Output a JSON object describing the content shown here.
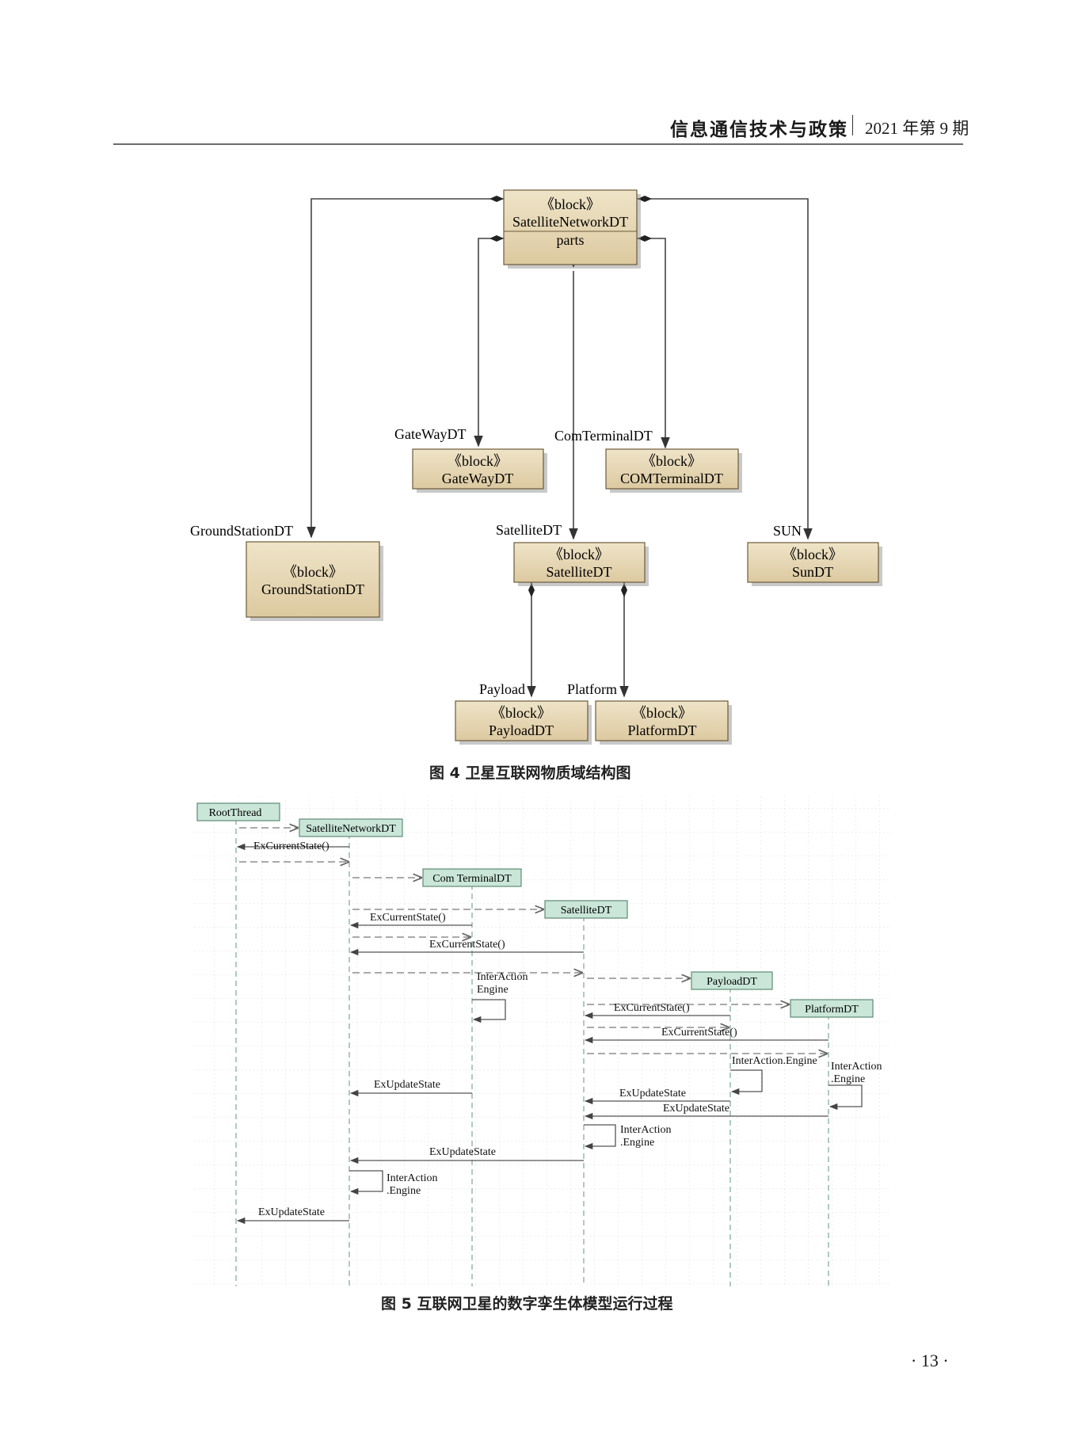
{
  "header": {
    "journal": "信息通信技术与政策",
    "issue": "2021 年第 9 期"
  },
  "figure4": {
    "caption": "图 4   卫星互联网物质域结构图",
    "stereotype": "《block》",
    "root": {
      "name": "SatelliteNetworkDT",
      "compartment": "parts"
    },
    "blocks": {
      "gateway": {
        "role": "GateWayDT",
        "name": "GateWayDT"
      },
      "comterminal": {
        "role": "ComTerminalDT",
        "name": "COMTerminalDT"
      },
      "groundstation": {
        "role": "GroundStationDT",
        "name": "GroundStationDT"
      },
      "satellite": {
        "role": "SatelliteDT",
        "name": "SatelliteDT"
      },
      "sun": {
        "role": "SUN",
        "name": "SunDT"
      },
      "payload": {
        "role": "Payload",
        "name": "PayloadDT"
      },
      "platform": {
        "role": "Platform",
        "name": "PlatformDT"
      }
    }
  },
  "figure5": {
    "caption": "图 5   互联网卫星的数字孪生体模型运行过程",
    "lifelines": {
      "root": "RootThread",
      "satnet": "SatelliteNetworkDT",
      "comterm": "Com TerminalDT",
      "satellite": "SatelliteDT",
      "payload": "PayloadDT",
      "platform": "PlatformDT"
    },
    "messages": {
      "m1": "ExCurrentState()",
      "m2": "ExCurrentState()",
      "m3": "ExCurrentState()",
      "m4": "ExCurrentState()",
      "m5": "ExCurrentState()",
      "u1": "ExUpdateState",
      "u2": "ExUpdateState",
      "u3": "ExUpdateState",
      "u4": "ExUpdateState",
      "u5": "ExUpdateState"
    },
    "self_calls": {
      "comterm_l1": "InterAction",
      "comterm_l2": "Engine",
      "payload": "InterAction.Engine",
      "platform_l1": "InterAction",
      "platform_l2": ".Engine",
      "satellite_l1": "InterAction",
      "satellite_l2": ".Engine",
      "satnet_l1": "InterAction",
      "satnet_l2": ".Engine"
    }
  },
  "footer": {
    "page_number": "· 13 ·"
  },
  "colors": {
    "block_fill": "#e6d7b4",
    "block_border": "#6b5a3a",
    "lifeline_fill": "#c9e6d8",
    "lifeline_border": "#5f8a76",
    "rule": "#6b6b6b"
  }
}
